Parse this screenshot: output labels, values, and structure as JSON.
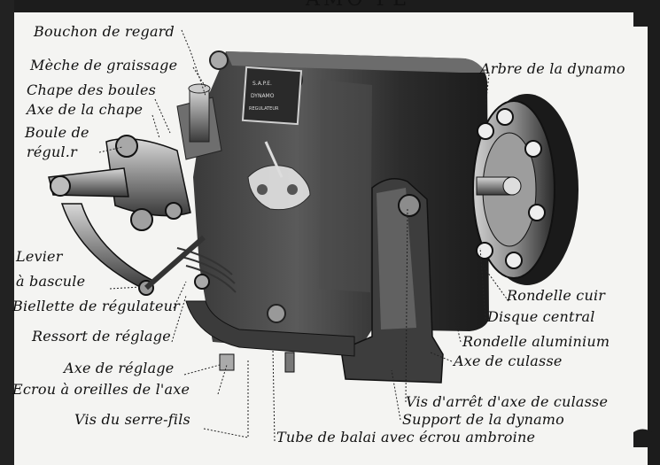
{
  "header_fragment": "AMO PL",
  "labels": {
    "bouchon": "Bouchon de regard",
    "meche": "Mèche de graissage",
    "chape_boules": "Chape des boules",
    "axe_chape": "Axe de la chape",
    "boule_1": "Boule de",
    "boule_2": "régul.r",
    "levier_1": "Levier",
    "levier_2": "à bascule",
    "biellette": "Biellette de régulateur",
    "ressort": "Ressort de réglage",
    "axe_reglage": "Axe de réglage",
    "ecrou": "Ecrou à oreilles de l'axe",
    "vis_serre": "Vis du serre-fils",
    "tube": "Tube de balai avec écrou ambroine",
    "arbre": "Arbre de la dynamo",
    "rondelle_cuir": "Rondelle cuir",
    "disque": "Disque central",
    "rondelle_alu": "Rondelle aluminium",
    "axe_culasse": "Axe de culasse",
    "vis_arret": "Vis d'arrêt d'axe de culasse",
    "support": "Support de la dynamo"
  },
  "plate_text": [
    "S.A.P.E.",
    "DYNAMO",
    "REGULATEUR"
  ]
}
